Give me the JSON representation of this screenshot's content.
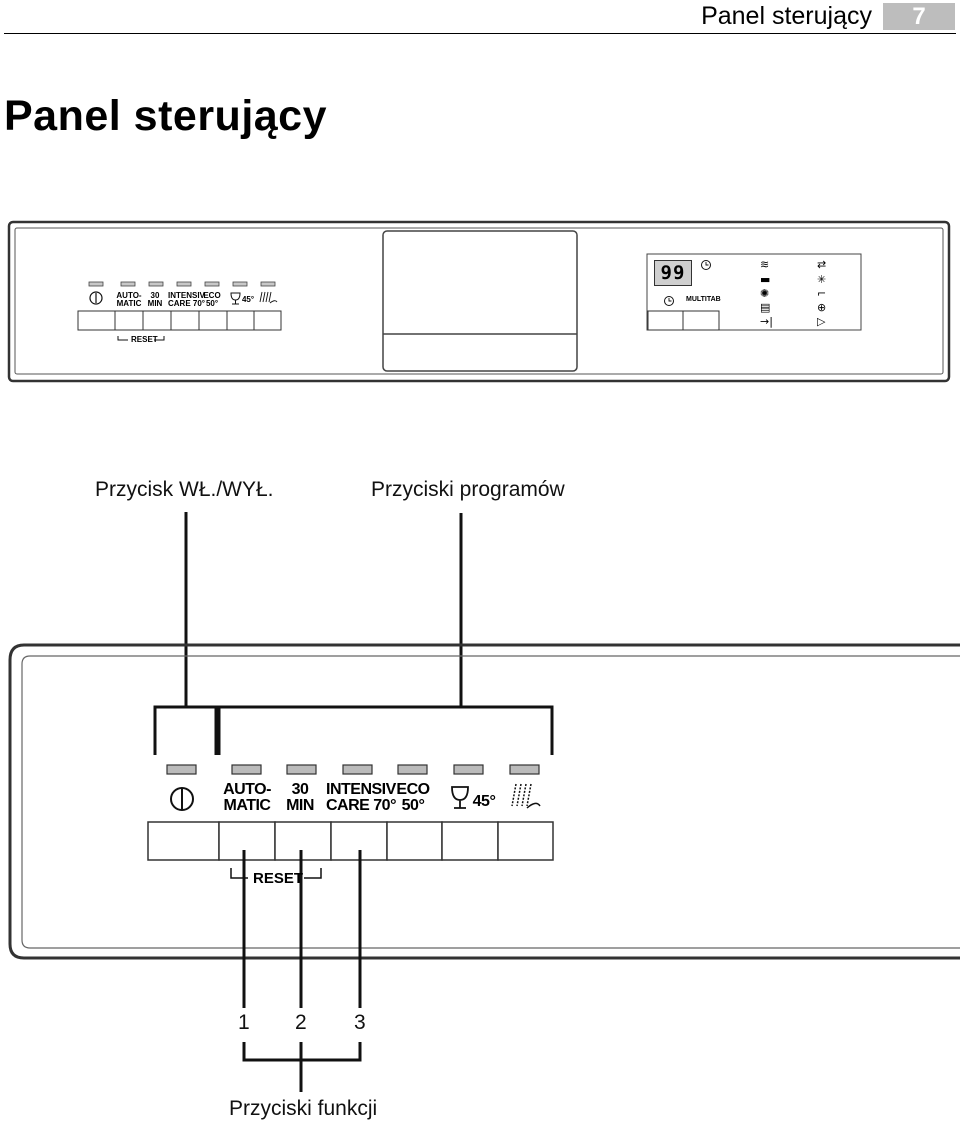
{
  "header": {
    "section_title": "Panel sterujący",
    "page_number": "7"
  },
  "page_title": "Panel sterujący",
  "small_panel": {
    "buttons": [
      {
        "line1": "",
        "line2": ""
      },
      {
        "line1": "AUTO-",
        "line2": "MATIC"
      },
      {
        "line1": "30",
        "line2": "MIN"
      },
      {
        "line1": "INTENSIV",
        "line2": "CARE 70°"
      },
      {
        "line1": "ECO",
        "line2": "50°"
      },
      {
        "line1": "45°",
        "line2": ""
      },
      {
        "line1": "",
        "line2": ""
      }
    ],
    "reset_label": "RESET",
    "display_value": "99",
    "multitab_label": "MULTITAB"
  },
  "callouts": {
    "power_button": "Przycisk WŁ./WYŁ.",
    "program_buttons": "Przyciski programów",
    "function_buttons": "Przyciski funkcji",
    "numbers": [
      "1",
      "2",
      "3"
    ]
  },
  "large_panel": {
    "buttons": [
      {
        "line1": "",
        "line2": ""
      },
      {
        "line1": "AUTO-",
        "line2": "MATIC"
      },
      {
        "line1": "30",
        "line2": "MIN"
      },
      {
        "line1": "INTENSIV",
        "line2": "CARE 70°"
      },
      {
        "line1": "ECO",
        "line2": "50°"
      },
      {
        "line1": "45°",
        "line2": ""
      },
      {
        "line1": "",
        "line2": ""
      }
    ],
    "reset_label": "RESET"
  },
  "icons": [
    "power-icon",
    "glass-icon",
    "spray-icon",
    "clock-icon",
    "timer-icon",
    "salt-icon",
    "rinse-aid-icon"
  ]
}
